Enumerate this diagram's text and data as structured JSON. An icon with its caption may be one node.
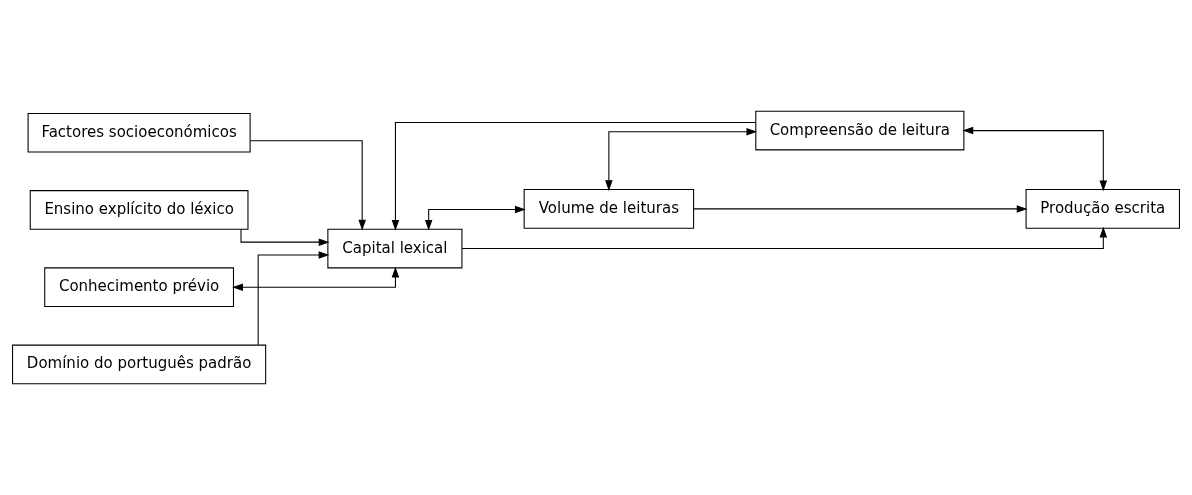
{
  "diagram": {
    "nodes": [
      {
        "text": [
          "Factores socioeconómicos"
        ]
      },
      {
        "text": [
          "Ensino explícito do léxico"
        ]
      },
      {
        "text": [
          "Conhecimento prévio"
        ]
      },
      {
        "text": [
          "Domínio do português padrão"
        ]
      },
      {
        "text": [
          "Capital lexical"
        ]
      },
      {
        "text": [
          "Volume de leituras"
        ]
      },
      {
        "text": [
          "Compreensão de leitura"
        ]
      },
      {
        "text": [
          "Produção escrita"
        ]
      }
    ],
    "edges": [
      {
        "from": 0,
        "to": 4,
        "arrow": "to"
      },
      {
        "from": 1,
        "to": 4,
        "arrow": "to"
      },
      {
        "from": 2,
        "to": 4,
        "arrow": "both"
      },
      {
        "from": 3,
        "to": 4,
        "arrow": "to"
      },
      {
        "from": 4,
        "to": 5,
        "arrow": "both"
      },
      {
        "from": 5,
        "to": 6,
        "arrow": "both"
      },
      {
        "from": 6,
        "to": 4,
        "arrow": "to"
      },
      {
        "from": 6,
        "to": 7,
        "arrow": "both"
      },
      {
        "from": 5,
        "to": 7,
        "arrow": "to"
      },
      {
        "from": 4,
        "to": 7,
        "arrow": "to"
      }
    ]
  }
}
